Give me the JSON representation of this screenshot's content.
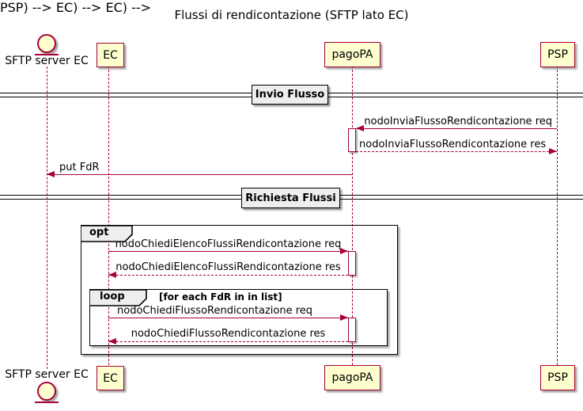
{
  "diagram": {
    "type": "sequence-diagram",
    "title": "Flussi di rendicontazione (SFTP lato EC)"
  },
  "colors": {
    "accent": "#A80036",
    "participant_fill": "#FEFECE",
    "frame_label_fill": "#EEEEEE",
    "divider_fill": "#EEEEEE",
    "frame_border": "#000000",
    "text": "#000000"
  },
  "participants": [
    {
      "id": "sftp",
      "label": "SFTP server EC",
      "type": "entity"
    },
    {
      "id": "ec",
      "label": "EC",
      "type": "participant"
    },
    {
      "id": "pagopa",
      "label": "pagoPA",
      "type": "participant"
    },
    {
      "id": "psp",
      "label": "PSP",
      "type": "participant"
    }
  ],
  "dividers": [
    {
      "label": "Invio Flusso"
    },
    {
      "label": "Richiesta Flussi"
    }
  ],
  "messages": [
    {
      "label": "nodoInviaFlussoRendicontazione req",
      "from": "PSP",
      "to": "pagoPA",
      "style": "solid"
    },
    {
      "label": "nodoInviaFlussoRendicontazione res",
      "from": "pagoPA",
      "to": "PSP",
      "style": "dashed"
    },
    {
      "label": "put FdR",
      "from": "pagoPA",
      "to": "SFTP server EC",
      "style": "solid"
    },
    {
      "label": "nodoChiediElencoFlussiRendicontazione req",
      "from": "EC",
      "to": "pagoPA",
      "style": "solid"
    },
    {
      "label": "nodoChiediElencoFlussiRendicontazione res",
      "from": "pagoPA",
      "to": "EC",
      "style": "dashed"
    },
    {
      "label": "nodoChiediFlussoRendicontazione req",
      "from": "EC",
      "to": "pagoPA",
      "style": "solid"
    },
    {
      "label": "nodoChiediFlussoRendicontazione res",
      "from": "pagoPA",
      "to": "EC",
      "style": "dashed"
    }
  ],
  "frames": [
    {
      "type": "opt",
      "label": "opt",
      "guard": ""
    },
    {
      "type": "loop",
      "label": "loop",
      "guard": "[for each FdR in in list]"
    }
  ]
}
